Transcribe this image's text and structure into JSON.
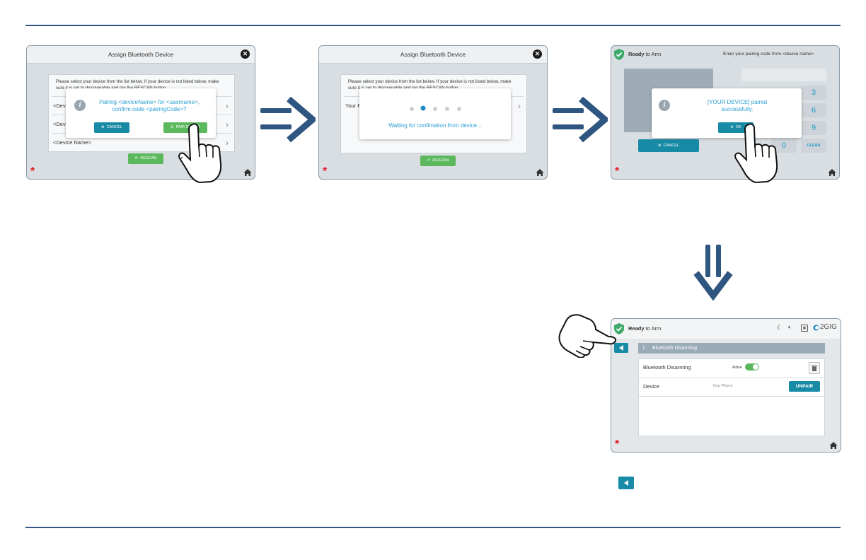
{
  "assign_screen": {
    "title": "Assign Bluetooth Device",
    "instructions": "Please select your device from the list below. If your device is not listed below, make sure it is set to discoverable and tap the RESCAN button.",
    "devices": [
      "<Device Name>",
      "<Device Name>",
      "<Device Name>"
    ],
    "rescan_label": "RESCAN"
  },
  "pair_dialog": {
    "message": "Pairing <deviceName> for <username>, confirm code <pairingCode>?",
    "cancel_label": "CANCEL",
    "pair_label": "PAIR DEVICE"
  },
  "waiting_screen": {
    "title": "Assign Bluetooth Device",
    "instructions": "Please select your device from the list below. If your device is not listed below, make sure it is set to discoverable and tap the RESCAN button.",
    "device": "Your Phone",
    "message": "Waiting for confimation from device...",
    "rescan_label": "RESCAN"
  },
  "code_screen": {
    "ready_strong": "Ready",
    "ready_rest": " to Arm",
    "prompt": "Enter your pairing code from <device name>",
    "cancel_label": "CANCEL",
    "keys": [
      "3",
      "6",
      "9",
      "0"
    ],
    "clear_label": "CLEAR",
    "dialog_message": "[YOUR DEVICE]  paired successfully.",
    "ok_label": "OK"
  },
  "settings_screen": {
    "ready_strong": "Ready",
    "ready_rest": " to Arm",
    "brand": "2GIG",
    "header": "Bluetooth Disarming",
    "row1_label": "Bluetooth Disarming",
    "row1_status": "Active",
    "row2_label": "Device",
    "row2_value": "Your Phone",
    "unpair_label": "UNPAIR"
  },
  "colors": {
    "rule": "#2f5680",
    "arrow": "#2f5680",
    "teal": "#178aa6",
    "green": "#5cb85c",
    "link_blue": "#2a9fd0",
    "alarm_red": "#e21d2d"
  }
}
